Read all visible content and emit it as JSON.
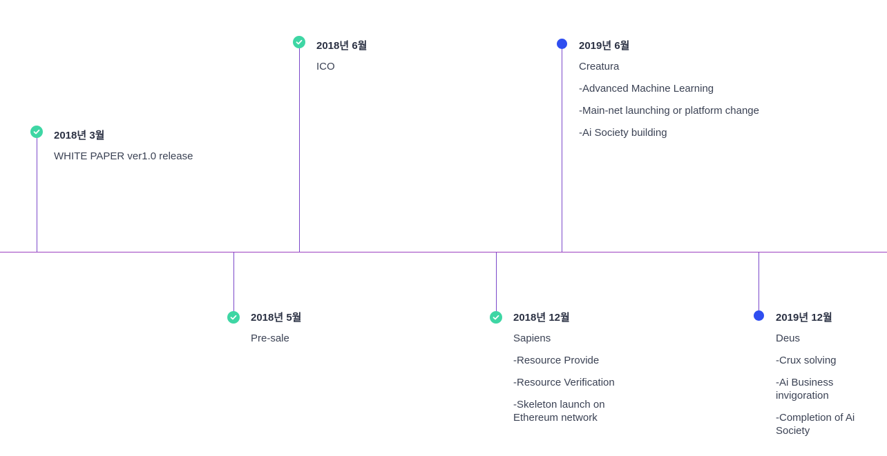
{
  "milestones": [
    {
      "date": "2018년 3월",
      "title": "WHITE PAPER ver1.0 release",
      "status": "done",
      "items": []
    },
    {
      "date": "2018년 5월",
      "title": "Pre-sale",
      "status": "done",
      "items": []
    },
    {
      "date": "2018년 6월",
      "title": "ICO",
      "status": "done",
      "items": []
    },
    {
      "date": "2018년 12월",
      "title": "Sapiens",
      "status": "done",
      "items": [
        "-Resource Provide",
        "-Resource Verification",
        "-Skeleton launch on Ethereum network"
      ]
    },
    {
      "date": "2019년 6월",
      "title": "Creatura",
      "status": "planned",
      "items": [
        "-Advanced Machine Learning",
        "-Main-net launching or platform change",
        "-Ai Society building"
      ]
    },
    {
      "date": "2019년 12월",
      "title": "Deus",
      "status": "planned",
      "items": [
        "-Crux solving",
        "-Ai Business invigoration",
        "-Completion of Ai Society"
      ]
    }
  ],
  "colors": {
    "done": "#3ed6a4",
    "planned": "#2f4ef0",
    "axis": "#9b3fbf",
    "stem": "#7a47c9"
  },
  "icons": {
    "done": "check-icon",
    "planned": "dot-icon"
  }
}
